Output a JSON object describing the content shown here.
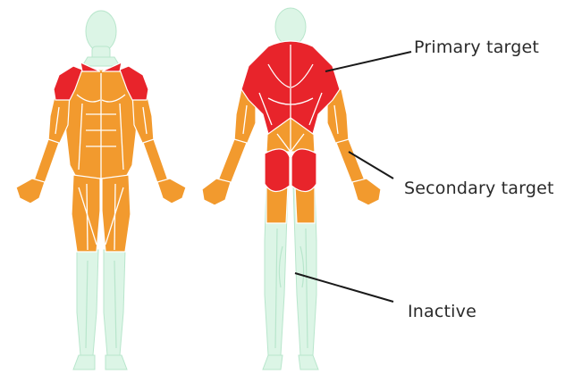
{
  "labels": {
    "primary": "Primary target",
    "secondary": "Secondary target",
    "inactive": "Inactive"
  },
  "colors": {
    "primary": "#e8242b",
    "secondary": "#f29a2e",
    "inactive": "#dcf5e6",
    "inactive_line": "#b8e6cc",
    "muscle_line": "#ffffff",
    "leader": "#1a1a1a"
  }
}
